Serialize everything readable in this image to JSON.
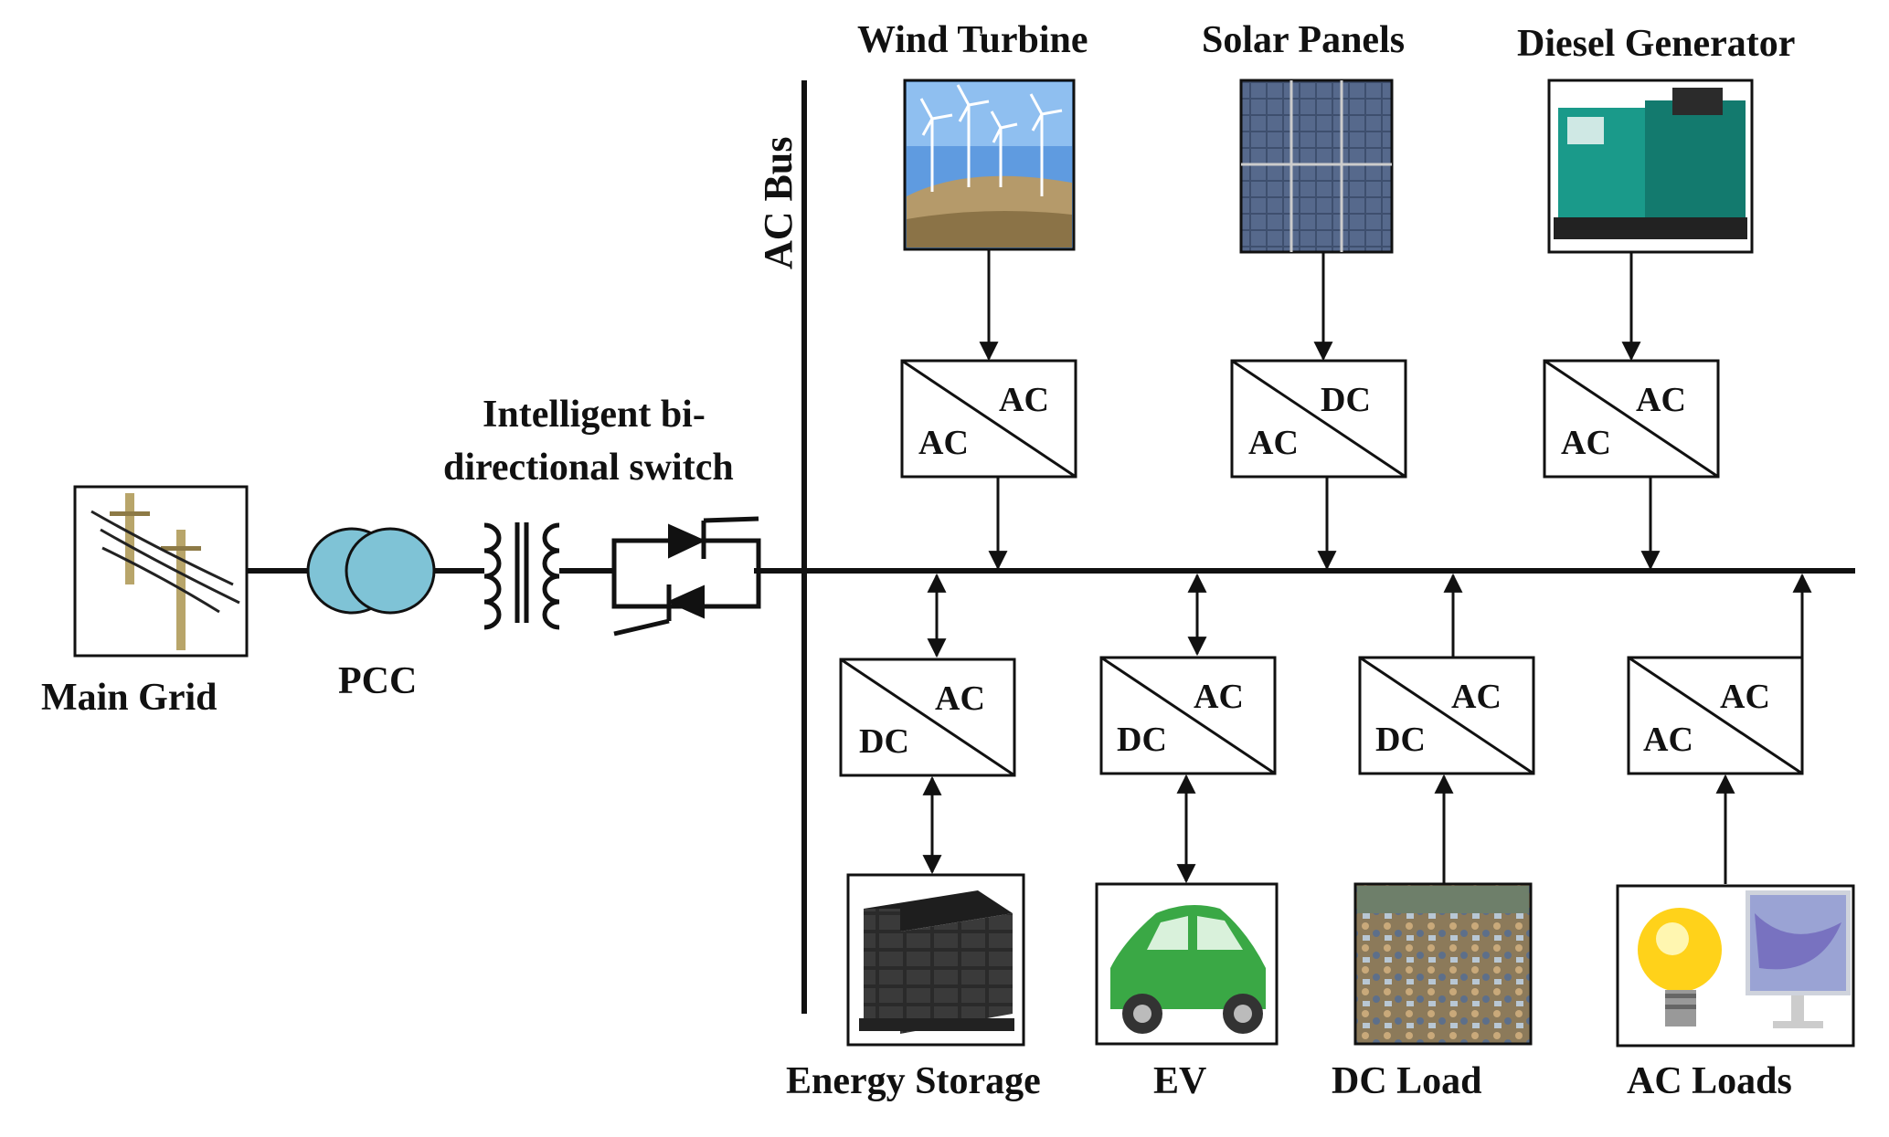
{
  "labels": {
    "wind": "Wind Turbine",
    "solar": "Solar Panels",
    "diesel": "Diesel Generator",
    "ac_bus": "AC Bus",
    "switch_line1": "Intelligent bi-",
    "switch_line2": "directional switch",
    "main_grid": "Main Grid",
    "pcc": "PCC",
    "storage": "Energy Storage",
    "ev": "EV",
    "dc_load": "DC Load",
    "ac_loads": "AC Loads"
  },
  "converters": {
    "wind": {
      "top": "AC",
      "bottom": "AC"
    },
    "solar": {
      "top": "DC",
      "bottom": "AC"
    },
    "diesel": {
      "top": "AC",
      "bottom": "AC"
    },
    "storage": {
      "top": "AC",
      "bottom": "DC"
    },
    "ev": {
      "top": "AC",
      "bottom": "DC"
    },
    "dc_load": {
      "top": "AC",
      "bottom": "DC"
    },
    "ac_loads": {
      "top": "AC",
      "bottom": "AC"
    }
  },
  "colors": {
    "line": "#111111",
    "pcc_fill": "#7fc3d6",
    "car": "#3aa845",
    "sky": "#5f9be0",
    "panel": "#3e4f6e",
    "genset": "#1a9a8a"
  }
}
